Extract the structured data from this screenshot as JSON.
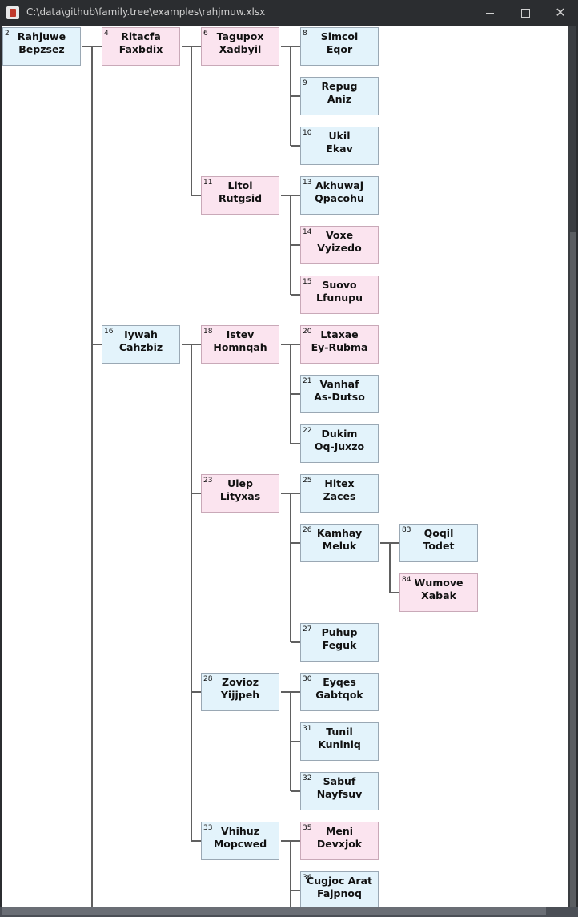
{
  "window": {
    "title": "C:\\data\\github\\family.tree\\examples\\rahjmuw.xlsx",
    "minimize_glyph": "—",
    "maximize_glyph": "☐",
    "close_glyph": "✕"
  },
  "colors": {
    "male": "#e3f3fb",
    "female": "#fbe4ef",
    "line": "#606060"
  },
  "people": [
    {
      "id": "2",
      "first": "Rahjuwe",
      "last": "Bepzsez",
      "sex": "m"
    },
    {
      "id": "4",
      "first": "Ritacfa",
      "last": "Faxbdix",
      "sex": "f"
    },
    {
      "id": "6",
      "first": "Tagupox",
      "last": "Xadbyil",
      "sex": "f"
    },
    {
      "id": "8",
      "first": "Simcol",
      "last": "Eqor",
      "sex": "m"
    },
    {
      "id": "9",
      "first": "Repug",
      "last": "Aniz",
      "sex": "m"
    },
    {
      "id": "10",
      "first": "Ukil",
      "last": "Ekav",
      "sex": "m"
    },
    {
      "id": "11",
      "first": "Litoi",
      "last": "Rutgsid",
      "sex": "f"
    },
    {
      "id": "13",
      "first": "Akhuwaj",
      "last": "Qpacohu",
      "sex": "m"
    },
    {
      "id": "14",
      "first": "Voxe",
      "last": "Vyizedo",
      "sex": "f"
    },
    {
      "id": "15",
      "first": "Suovo",
      "last": "Lfunupu",
      "sex": "f"
    },
    {
      "id": "16",
      "first": "Iywah",
      "last": "Cahzbiz",
      "sex": "m"
    },
    {
      "id": "18",
      "first": "Istev",
      "last": "Homnqah",
      "sex": "f"
    },
    {
      "id": "20",
      "first": "Ltaxae",
      "last": "Ey-Rubma",
      "sex": "f"
    },
    {
      "id": "21",
      "first": "Vanhaf",
      "last": "As-Dutso",
      "sex": "m"
    },
    {
      "id": "22",
      "first": "Dukim",
      "last": "Oq-Juxzo",
      "sex": "m"
    },
    {
      "id": "23",
      "first": "Ulep",
      "last": "Lityxas",
      "sex": "f"
    },
    {
      "id": "25",
      "first": "Hitex",
      "last": "Zaces",
      "sex": "m"
    },
    {
      "id": "26",
      "first": "Kamhay",
      "last": "Meluk",
      "sex": "m"
    },
    {
      "id": "83",
      "first": "Qoqil",
      "last": "Todet",
      "sex": "m"
    },
    {
      "id": "84",
      "first": "Wumove",
      "last": "Xabak",
      "sex": "f"
    },
    {
      "id": "27",
      "first": "Puhup",
      "last": "Feguk",
      "sex": "m"
    },
    {
      "id": "28",
      "first": "Zovioz",
      "last": "Yijjpeh",
      "sex": "m"
    },
    {
      "id": "30",
      "first": "Eyqes",
      "last": "Gabtqok",
      "sex": "m"
    },
    {
      "id": "31",
      "first": "Tunil",
      "last": "Kunlniq",
      "sex": "m"
    },
    {
      "id": "32",
      "first": "Sabuf",
      "last": "Nayfsuv",
      "sex": "m"
    },
    {
      "id": "33",
      "first": "Vhihuz",
      "last": "Mopcwed",
      "sex": "m"
    },
    {
      "id": "35",
      "first": "Meni",
      "last": "Devxjok",
      "sex": "f"
    },
    {
      "id": "36",
      "first": "Cugjoc Arat",
      "last": "Fajpnoq",
      "sex": "m"
    }
  ]
}
